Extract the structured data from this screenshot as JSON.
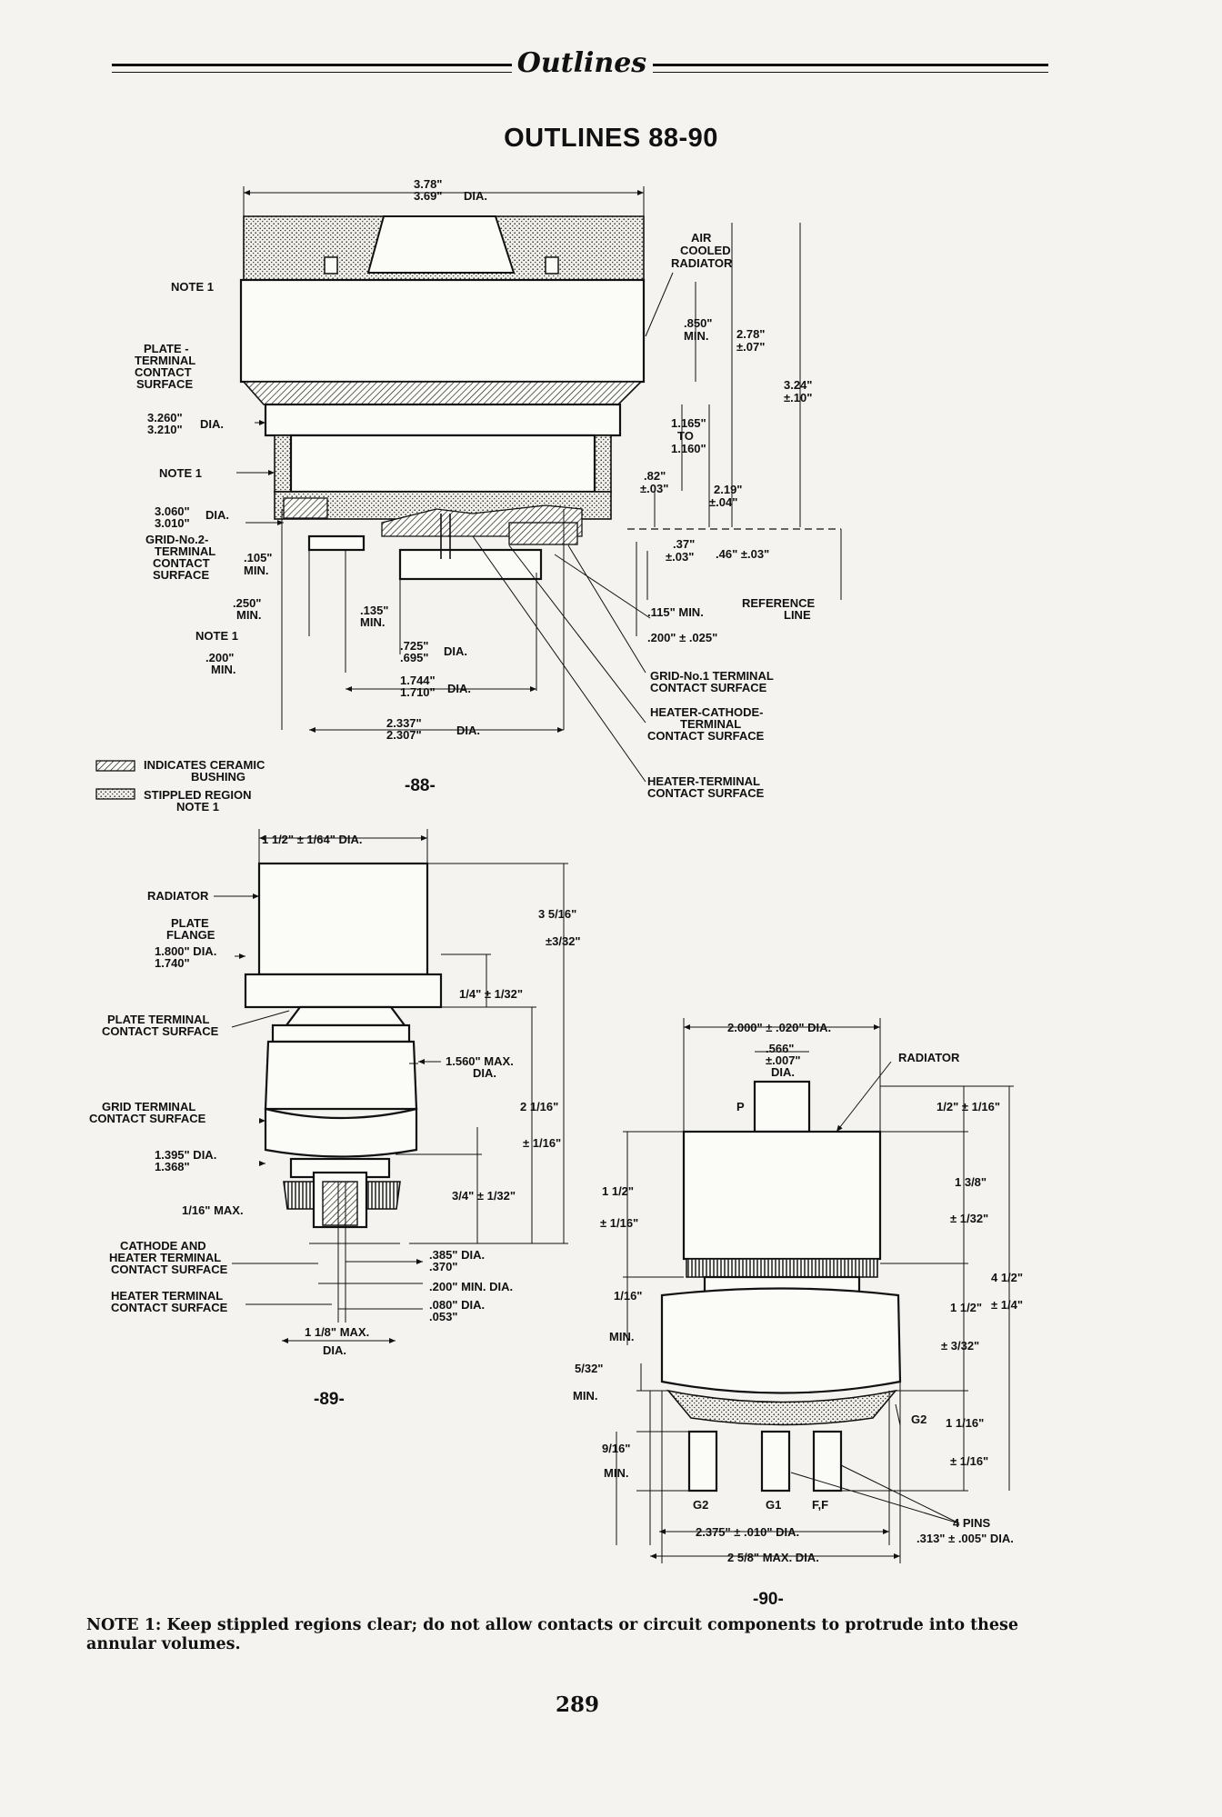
{
  "header": {
    "title": "Outlines"
  },
  "main_title": "OUTLINES 88-90",
  "figure88": {
    "dim_top": [
      "3.78\"",
      "3.69\""
    ],
    "dim_top_suffix": "DIA.",
    "air_cooled": [
      "AIR",
      "COOLED",
      "RADIATOR"
    ],
    "note1_a": "NOTE 1",
    "plate_terminal": [
      "PLATE -",
      "TERMINAL",
      "CONTACT",
      "SURFACE"
    ],
    "dia_3260": [
      "3.260\"",
      "3.210\""
    ],
    "dia_suffix": "DIA.",
    "note1_b": "NOTE 1",
    "dia_3060": [
      "3.060\"",
      "3.010\""
    ],
    "grid2": [
      "GRID-No.2-",
      "TERMINAL",
      "CONTACT",
      "SURFACE"
    ],
    "min105": [
      ".105\"",
      "MIN."
    ],
    "min250": [
      ".250\"",
      "MIN."
    ],
    "note1_c": "NOTE 1",
    "min200": [
      ".200\"",
      "MIN."
    ],
    "min135": [
      ".135\"",
      "MIN."
    ],
    "dia725": [
      ".725\"",
      ".695\""
    ],
    "dia1744": [
      "1.744\"",
      "1.710\""
    ],
    "dia2337": [
      "2.337\"",
      "2.307\""
    ],
    "min850": [
      ".850\"",
      "MIN."
    ],
    "d278": [
      "2.78\"",
      "±.07\""
    ],
    "d324": [
      "3.24\"",
      "±.10\""
    ],
    "d1165": [
      "1.165\"",
      "TO",
      "1.160\""
    ],
    "d82": [
      ".82\"",
      "±.03\""
    ],
    "d219": [
      "2.19\"",
      "±.04\""
    ],
    "d37": [
      ".37\"",
      "±.03\""
    ],
    "d46": ".46\" ±.03\"",
    "min115": ".115\" MIN.",
    "d200": ".200\" ± .025\"",
    "reference": [
      "REFERENCE",
      "LINE"
    ],
    "grid1": [
      "GRID-No.1 TERMINAL",
      "CONTACT SURFACE"
    ],
    "heater_cathode": [
      "HEATER-CATHODE-",
      "TERMINAL",
      "CONTACT SURFACE"
    ],
    "heater_terminal": [
      "HEATER-TERMINAL",
      "CONTACT SURFACE"
    ],
    "legend": [
      "INDICATES CERAMIC",
      "BUSHING",
      "STIPPLED REGION",
      "NOTE 1"
    ],
    "label": "-88-"
  },
  "figure89": {
    "dia_top": "1 1/2\" ± 1/64\" DIA.",
    "radiator": "RADIATOR",
    "plate_flange": [
      "PLATE",
      "FLANGE",
      "1.800\" DIA.",
      "1.740\""
    ],
    "d3516": [
      "3 5/16\"",
      "±3/32\""
    ],
    "d14": "1/4\" ± 1/32\"",
    "plate_terminal": [
      "PLATE TERMINAL",
      "CONTACT SURFACE"
    ],
    "d1560": [
      "1.560\" MAX.",
      "DIA."
    ],
    "d2116": [
      "2 1/16\"",
      "± 1/16\""
    ],
    "grid_terminal": [
      "GRID TERMINAL",
      "CONTACT SURFACE"
    ],
    "d1395": [
      "1.395\" DIA.",
      "1.368\""
    ],
    "d34": "3/4\" ± 1/32\"",
    "d116": "1/16\" MAX.",
    "cathode_heater": [
      "CATHODE AND",
      "HEATER TERMINAL",
      "CONTACT SURFACE"
    ],
    "d385": [
      ".385\" DIA.",
      ".370\""
    ],
    "d200": ".200\" MIN. DIA.",
    "d080": [
      ".080\" DIA.",
      ".053\""
    ],
    "heater_terminal": [
      "HEATER TERMINAL",
      "CONTACT SURFACE"
    ],
    "d118": [
      "1 1/8\" MAX.",
      "DIA."
    ],
    "label": "-89-"
  },
  "figure90": {
    "d2000": "2.000\" ± .020\" DIA.",
    "d566": [
      ".566\"",
      "±.007\"",
      "DIA."
    ],
    "radiator": "RADIATOR",
    "p": "P",
    "d12a": "1/2\" ± 1/16\"",
    "d12b": [
      "1 1/2\"",
      "± 1/16\""
    ],
    "d138": [
      "1 3/8\"",
      "± 1/32\""
    ],
    "d412": [
      "4 1/2\"",
      "± 1/4\""
    ],
    "d112": [
      "1 1/2\"",
      "± 3/32\""
    ],
    "d116": [
      "1/16\"",
      "MIN."
    ],
    "d532": [
      "5/32\"",
      "MIN."
    ],
    "d916": [
      "9/16\"",
      "MIN."
    ],
    "g2": "G2",
    "d1116": [
      "1 1/16\"",
      "± 1/16\""
    ],
    "pins": [
      "G2",
      "G1",
      "F,F"
    ],
    "d4pins": [
      "4 PINS",
      ".313\" ± .005\" DIA."
    ],
    "d2375": "2.375\" ± .010\" DIA.",
    "d258": "2 5/8\" MAX. DIA.",
    "label": "-90-"
  },
  "note": "NOTE 1: Keep stippled regions clear; do not allow contacts or circuit components to protrude into these annular volumes.",
  "page_number": "289"
}
